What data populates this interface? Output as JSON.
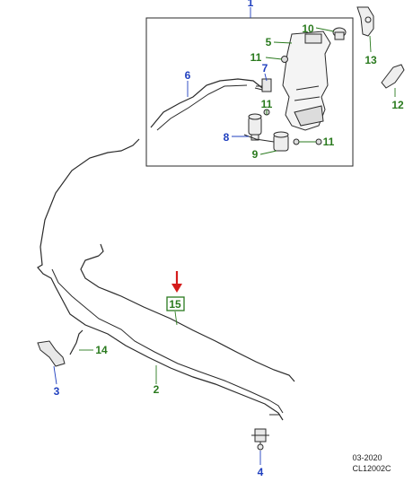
{
  "colors": {
    "blue": "#1f3fbf",
    "green": "#2a7a1e",
    "red": "#d41c1c",
    "line": "#2a2a2a",
    "highlight_box": "#2a7a1e"
  },
  "callouts": [
    {
      "id": "1",
      "text": "1",
      "color": "blue"
    },
    {
      "id": "2",
      "text": "2",
      "color": "green"
    },
    {
      "id": "3",
      "text": "3",
      "color": "blue"
    },
    {
      "id": "4",
      "text": "4",
      "color": "blue"
    },
    {
      "id": "5",
      "text": "5",
      "color": "green"
    },
    {
      "id": "6",
      "text": "6",
      "color": "blue"
    },
    {
      "id": "7",
      "text": "7",
      "color": "blue"
    },
    {
      "id": "8",
      "text": "8",
      "color": "blue"
    },
    {
      "id": "9",
      "text": "9",
      "color": "green"
    },
    {
      "id": "10",
      "text": "10",
      "color": "green"
    },
    {
      "id": "11a",
      "text": "11",
      "color": "green"
    },
    {
      "id": "11b",
      "text": "11",
      "color": "green"
    },
    {
      "id": "11c",
      "text": "11",
      "color": "green"
    },
    {
      "id": "12",
      "text": "12",
      "color": "green"
    },
    {
      "id": "13",
      "text": "13",
      "color": "green"
    },
    {
      "id": "14",
      "text": "14",
      "color": "green"
    },
    {
      "id": "15",
      "text": "15",
      "color": "green"
    }
  ],
  "highlighted_callout": "15",
  "footer": {
    "date": "03-2020",
    "code": "CL12002C"
  }
}
